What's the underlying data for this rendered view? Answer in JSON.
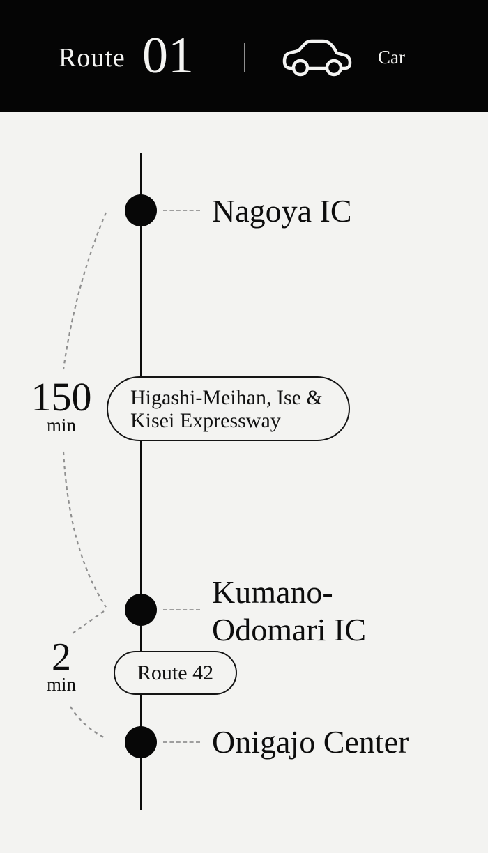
{
  "colors": {
    "header_bg": "#050505",
    "page_bg": "#f3f3f1",
    "ink": "#0e0e0e",
    "bracket": "#8f8f8f"
  },
  "header": {
    "route_label": "Route",
    "route_number": "01",
    "transport_mode": "Car"
  },
  "timeline": {
    "stops": [
      {
        "id": "nagoya-ic",
        "lines": [
          "Nagoya IC"
        ]
      },
      {
        "id": "kumano-odomari-ic",
        "lines": [
          "Kumano-",
          "Odomari IC"
        ]
      },
      {
        "id": "onigajo-center",
        "lines": [
          "Onigajo Center"
        ]
      }
    ],
    "segments": [
      {
        "duration_value": "150",
        "duration_unit": "min",
        "road_lines": [
          "Higashi-Meihan, Ise &",
          "Kisei Expressway"
        ]
      },
      {
        "duration_value": "2",
        "duration_unit": "min",
        "road_lines": [
          "Route 42"
        ]
      }
    ]
  }
}
